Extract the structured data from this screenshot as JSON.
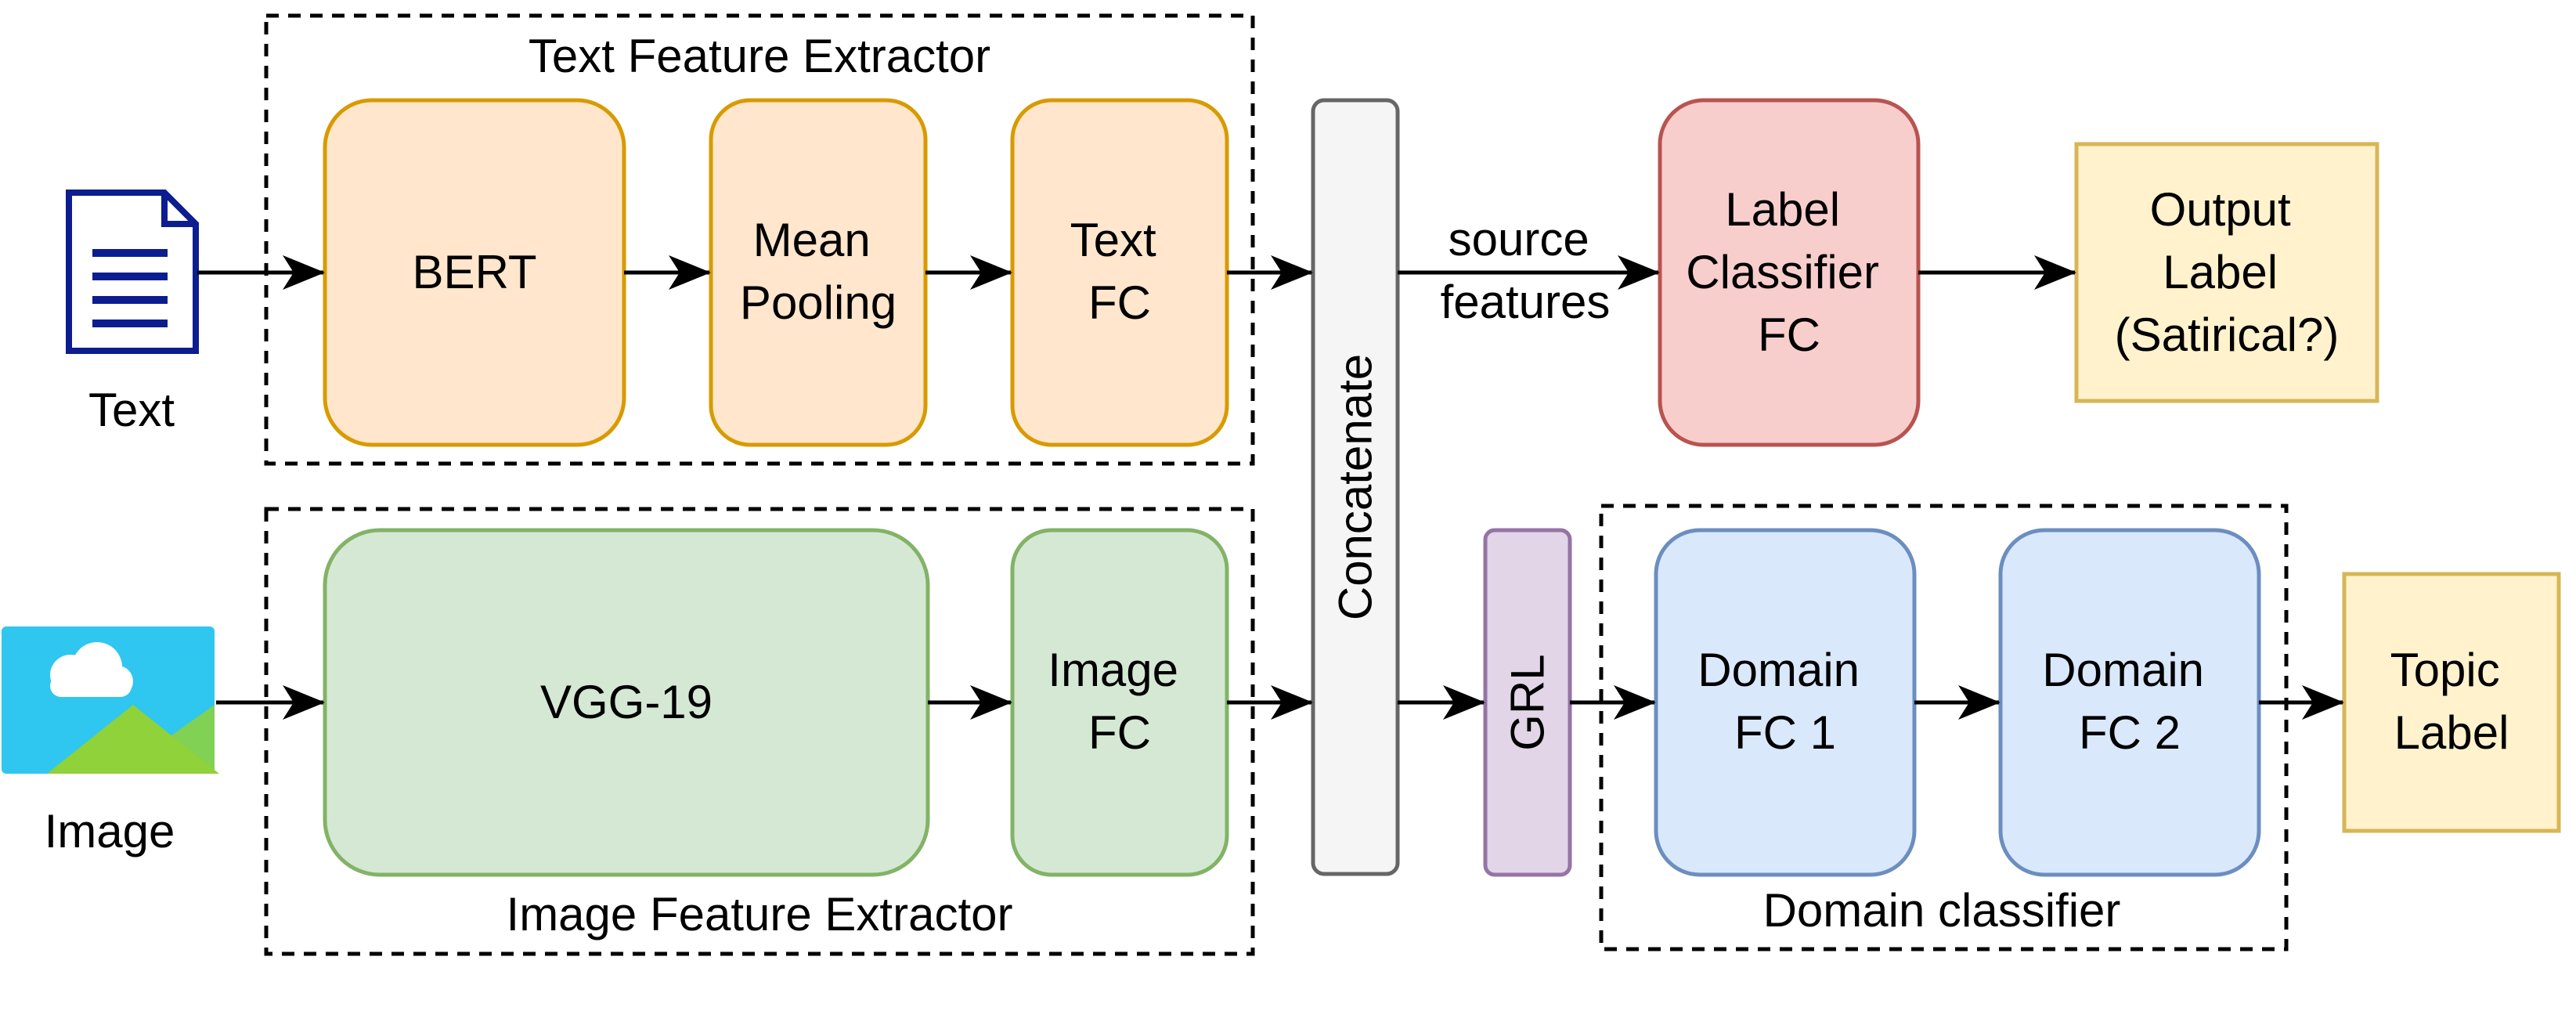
{
  "diagram": {
    "groups": {
      "text_extractor": "Text Feature Extractor",
      "image_extractor": "Image Feature Extractor",
      "domain_classifier": "Domain classifier"
    },
    "inputs": {
      "text": "Text",
      "image": "Image"
    },
    "nodes": {
      "bert": "BERT",
      "mean_pooling": [
        "Mean",
        "Pooling"
      ],
      "text_fc": [
        "Text",
        "FC"
      ],
      "vgg19": "VGG-19",
      "image_fc": [
        "Image",
        "FC"
      ],
      "concatenate": "Concatenate",
      "grl": "GRL",
      "label_classifier": [
        "Label",
        "Classifier",
        "FC"
      ],
      "output_label": [
        "Output",
        "Label",
        "(Satirical?)"
      ],
      "domain_fc1": [
        "Domain",
        "FC 1"
      ],
      "domain_fc2": [
        "Domain",
        "FC 2"
      ],
      "topic_label": [
        "Topic",
        "Label"
      ]
    },
    "edge_labels": {
      "source_features": [
        "source",
        "features"
      ]
    },
    "colors": {
      "text_fill": "#ffe6cc",
      "text_stroke": "#d79b00",
      "image_fill": "#d5e8d4",
      "image_stroke": "#82b366",
      "concat_fill": "#f5f5f5",
      "concat_stroke": "#666666",
      "grl_fill": "#e1d5e7",
      "grl_stroke": "#9673a6",
      "label_fill": "#f8cecc",
      "label_stroke": "#b85450",
      "output_fill": "#fff2cc",
      "output_stroke": "#d6b656",
      "domain_fill": "#dae8fc",
      "domain_stroke": "#6c8ebf",
      "doc_icon": "#0b1d8f",
      "image_icon_sky": "#2fc6ef",
      "image_icon_hill": "#8fd23a"
    },
    "icons": {
      "text": "document-icon",
      "image": "image-icon"
    }
  }
}
